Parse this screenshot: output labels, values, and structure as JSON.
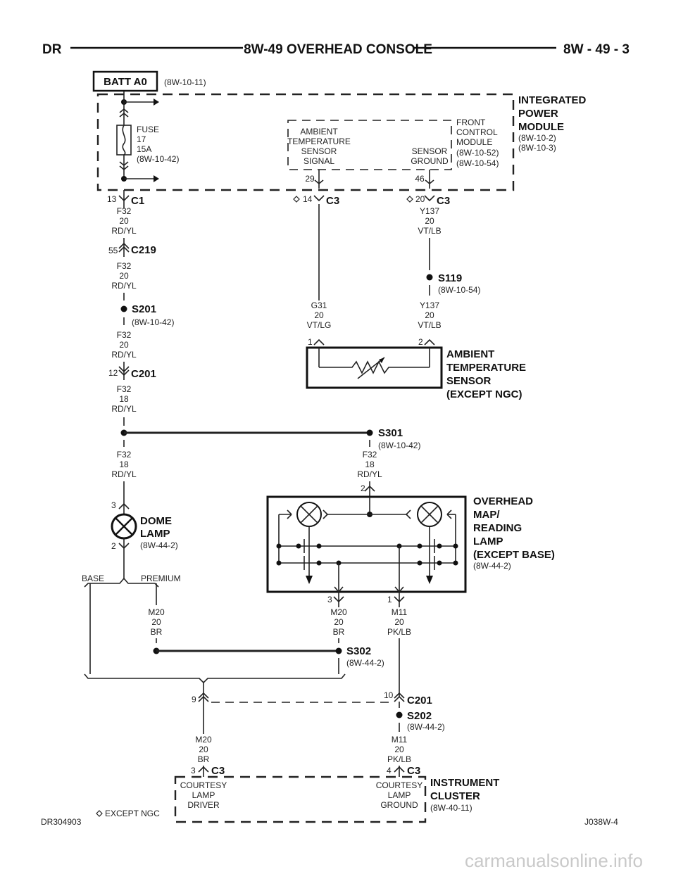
{
  "header": {
    "left": "DR",
    "title": "8W-49 OVERHEAD CONSOLE",
    "right": "8W - 49 - 3"
  },
  "batt": {
    "label": "BATT A0",
    "ref": "(8W-10-11)"
  },
  "ipm": {
    "line1": "INTEGRATED",
    "line2": "POWER",
    "line3": "MODULE",
    "ref1": "(8W-10-2)",
    "ref2": "(8W-10-3)"
  },
  "fuse": {
    "l1": "FUSE",
    "l2": "17",
    "l3": "15A",
    "l4": "(8W-10-42)"
  },
  "fcm": {
    "l1": "FRONT",
    "l2": "CONTROL",
    "l3": "MODULE",
    "ref1": "(8W-10-52)",
    "ref2": "(8W-10-54)",
    "sig1": "AMBIENT",
    "sig2": "TEMPERATURE",
    "sig3": "SENSOR",
    "sig4": "SIGNAL",
    "gnd1": "SENSOR",
    "gnd2": "GROUND",
    "pin_sig": "29",
    "pin_gnd": "46"
  },
  "c1": {
    "name": "C1",
    "pin": "13"
  },
  "c3a": {
    "name": "C3",
    "pin": "14"
  },
  "c3b": {
    "name": "C3",
    "pin": "20"
  },
  "w_f32a": {
    "c": "F32",
    "g": "20",
    "col": "RD/YL"
  },
  "c219": {
    "name": "C219",
    "pin": "55"
  },
  "w_f32b": {
    "c": "F32",
    "g": "20",
    "col": "RD/YL"
  },
  "s201": {
    "name": "S201",
    "ref": "(8W-10-42)"
  },
  "w_f32c": {
    "c": "F32",
    "g": "20",
    "col": "RD/YL"
  },
  "c201a": {
    "name": "C201",
    "pin": "12"
  },
  "w_f32d": {
    "c": "F32",
    "g": "18",
    "col": "RD/YL"
  },
  "w_f32e": {
    "c": "F32",
    "g": "18",
    "col": "RD/YL"
  },
  "w_f32f": {
    "c": "F32",
    "g": "18",
    "col": "RD/YL"
  },
  "s301": {
    "name": "S301",
    "ref": "(8W-10-42)"
  },
  "w_y137a": {
    "c": "Y137",
    "g": "20",
    "col": "VT/LB"
  },
  "s119": {
    "name": "S119",
    "ref": "(8W-10-54)"
  },
  "w_y137b": {
    "c": "Y137",
    "g": "20",
    "col": "VT/LB"
  },
  "w_g31": {
    "c": "G31",
    "g": "20",
    "col": "VT/LG"
  },
  "ats": {
    "l1": "AMBIENT",
    "l2": "TEMPERATURE",
    "l3": "SENSOR",
    "l4": "(EXCEPT NGC)",
    "pin1": "1",
    "pin2": "2"
  },
  "dome": {
    "l1": "DOME",
    "l2": "LAMP",
    "ref": "(8W-44-2)",
    "pin_top": "3",
    "pin_bot": "2"
  },
  "ovh": {
    "l1": "OVERHEAD",
    "l2": "MAP/",
    "l3": "READING",
    "l4": "LAMP",
    "l5": "(EXCEPT BASE)",
    "ref": "(8W-44-2)",
    "pin_top": "2",
    "pin3": "3",
    "pin1": "1"
  },
  "base_label": "BASE",
  "premium_label": "PREMIUM",
  "w_m20a": {
    "c": "M20",
    "g": "20",
    "col": "BR"
  },
  "w_m20b": {
    "c": "M20",
    "g": "20",
    "col": "BR"
  },
  "w_m11a": {
    "c": "M11",
    "g": "20",
    "col": "PK/LB"
  },
  "s302": {
    "name": "S302",
    "ref": "(8W-44-2)"
  },
  "c201b": {
    "name": "C201",
    "pin_l": "9",
    "pin_r": "10"
  },
  "s202": {
    "name": "S202",
    "ref": "(8W-44-2)"
  },
  "w_m20c": {
    "c": "M20",
    "g": "20",
    "col": "BR"
  },
  "w_m11b": {
    "c": "M11",
    "g": "20",
    "col": "PK/LB"
  },
  "c3c": {
    "name": "C3",
    "pin": "3"
  },
  "c3d": {
    "name": "C3",
    "pin": "4"
  },
  "ic": {
    "l1": "INSTRUMENT",
    "l2": "CLUSTER",
    "ref": "(8W-40-11)",
    "drv1": "COURTESY",
    "drv2": "LAMP",
    "drv3": "DRIVER",
    "gnd1": "COURTESY",
    "gnd2": "LAMP",
    "gnd3": "GROUND"
  },
  "footer": {
    "left": "DR304903",
    "note": "EXCEPT NGC",
    "right": "J038W-4"
  },
  "watermark": "carmanualsonline.info"
}
